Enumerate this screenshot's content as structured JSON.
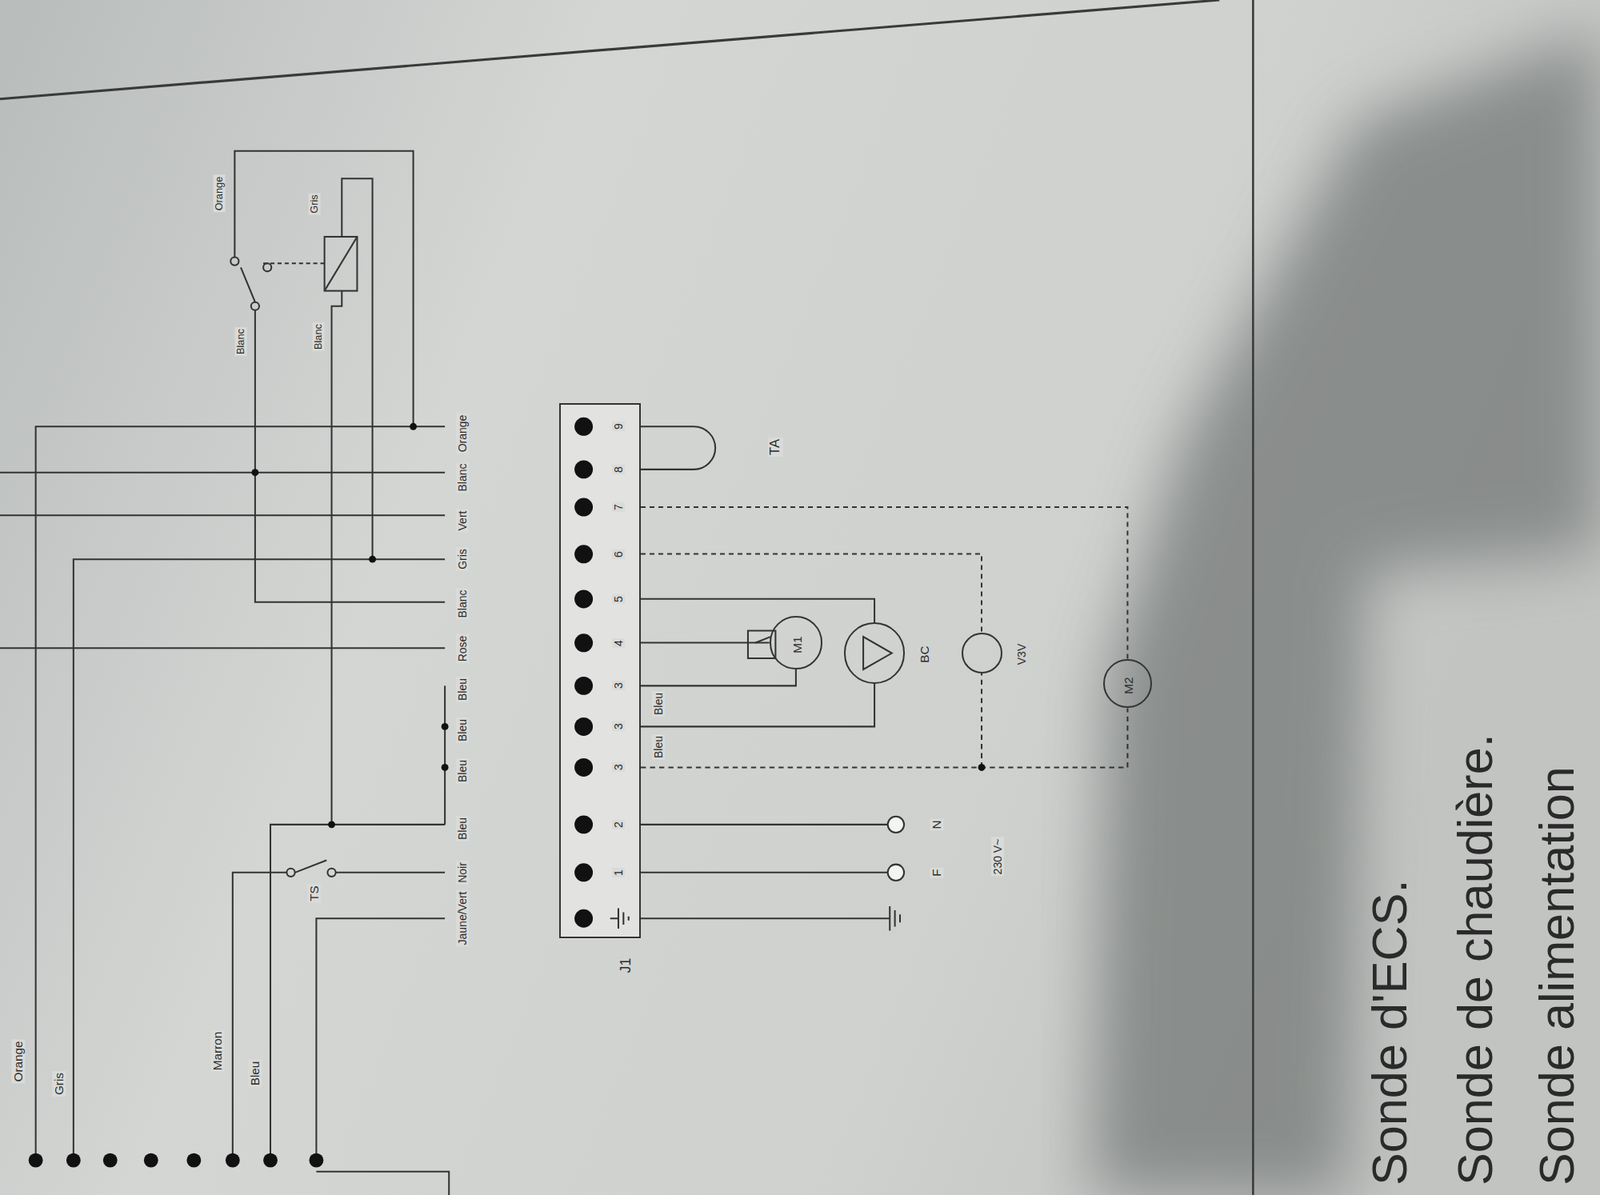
{
  "diagram": {
    "nodes": [
      {
        "text": [
          "J1"
        ]
      },
      {
        "text": [
          "M1"
        ]
      },
      {
        "text": [
          "BC"
        ]
      },
      {
        "text": [
          "V3V"
        ]
      },
      {
        "text": [
          "M2"
        ]
      }
    ],
    "edges": [
      {
        "from": 0,
        "to": 1,
        "arrow": "none"
      },
      {
        "from": 0,
        "to": 2,
        "arrow": "none"
      },
      {
        "from": 0,
        "to": 3,
        "arrow": "none"
      },
      {
        "from": 0,
        "to": 4,
        "arrow": "none"
      }
    ],
    "labels": [
      "Orange",
      "Blanc",
      "Vert",
      "Gris",
      "Blanc",
      "Rose",
      "Bleu",
      "Bleu",
      "Bleu",
      "Bleu",
      "Noir",
      "Jaune/Vert",
      "9",
      "8",
      "7",
      "6",
      "5",
      "4",
      "3",
      "3",
      "3",
      "2",
      "1",
      "Bleu",
      "Bleu",
      "TA",
      "N",
      "F",
      "230 V~",
      "TS",
      "Orange",
      "Gris",
      "Blanc",
      "Blanc",
      "Orange",
      "Gris",
      "Marron",
      "Bleu",
      "Sonde d'ECS.",
      "Sonde de chaudière.",
      "Sonde alimentation"
    ]
  }
}
